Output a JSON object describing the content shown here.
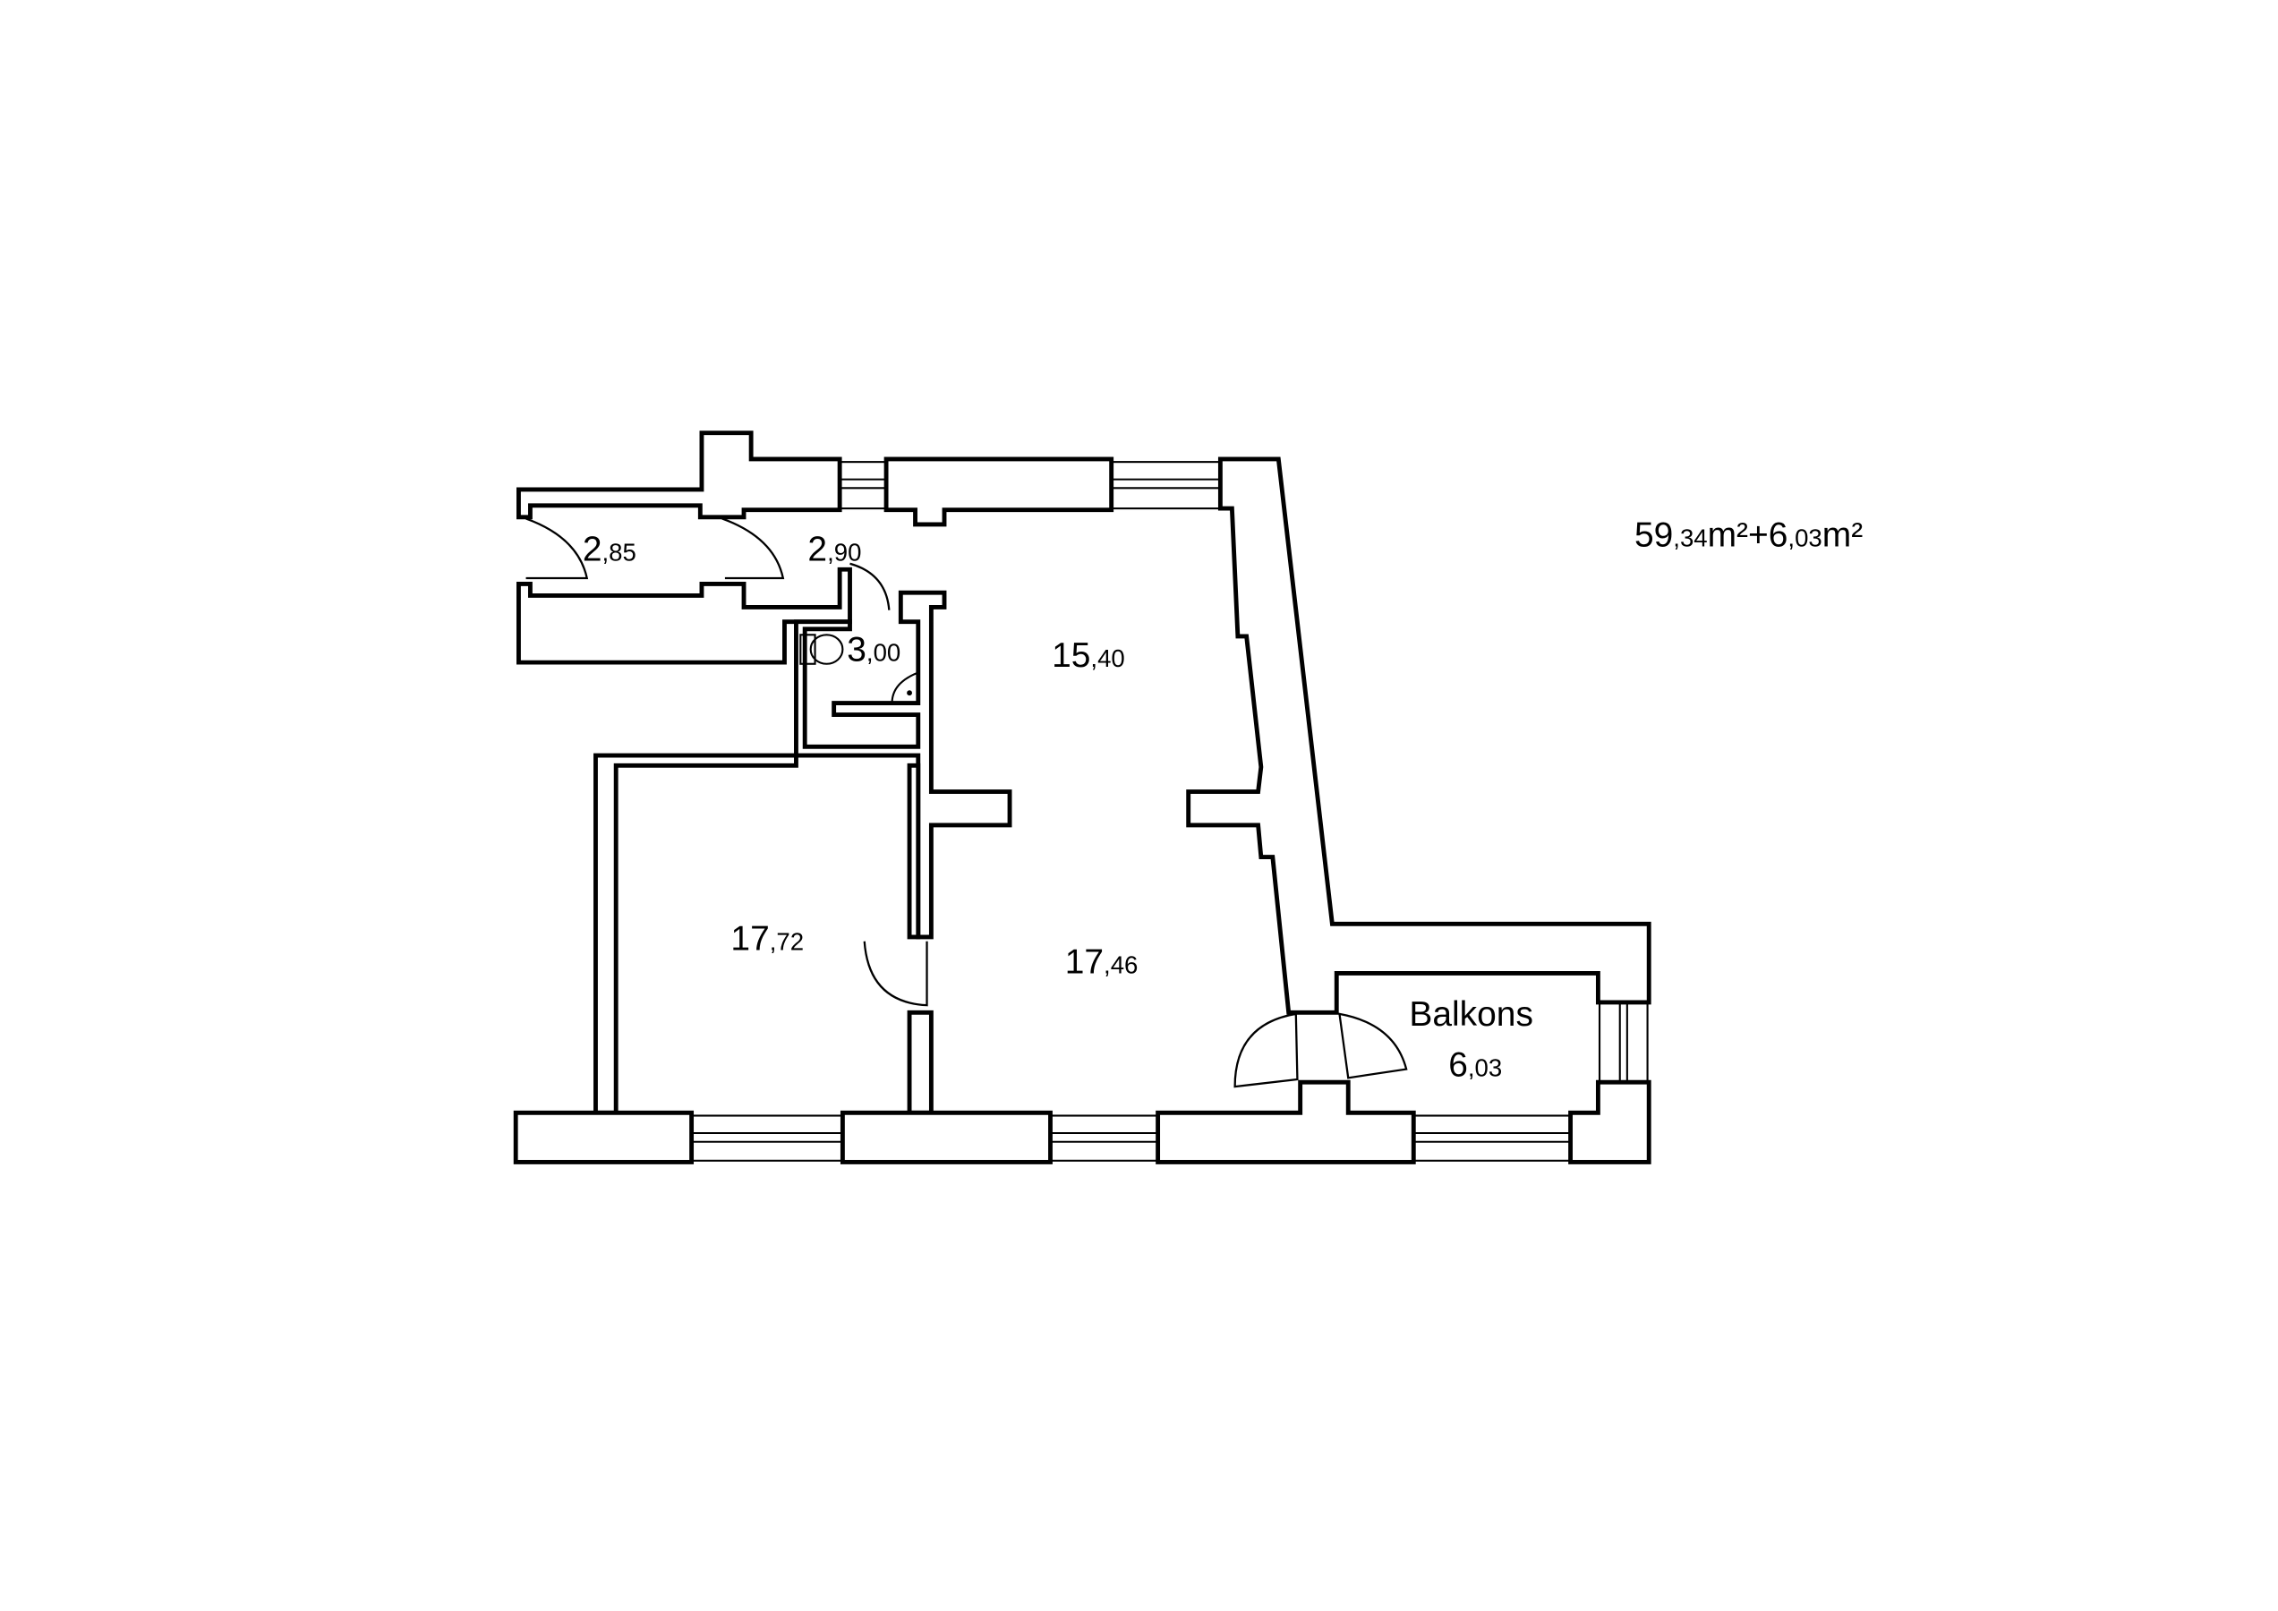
{
  "plan": {
    "total_area": {
      "a_int": "59",
      "a_dec": ",34",
      "a_unit": "m²+6",
      "b_dec": ",03",
      "b_unit": "m²"
    },
    "rooms": [
      {
        "name": "",
        "int": "2",
        "dec": ",85"
      },
      {
        "name": "",
        "int": "2",
        "dec": ",90"
      },
      {
        "name": "",
        "int": "3",
        "dec": ",00"
      },
      {
        "name": "",
        "int": "15",
        "dec": ",40"
      },
      {
        "name": "",
        "int": "17",
        "dec": ",72"
      },
      {
        "name": "",
        "int": "17",
        "dec": ",46"
      },
      {
        "name": "Balkons",
        "int": "6",
        "dec": ",03"
      }
    ]
  },
  "colors": {
    "wall": "#000000",
    "background": "#ffffff"
  }
}
